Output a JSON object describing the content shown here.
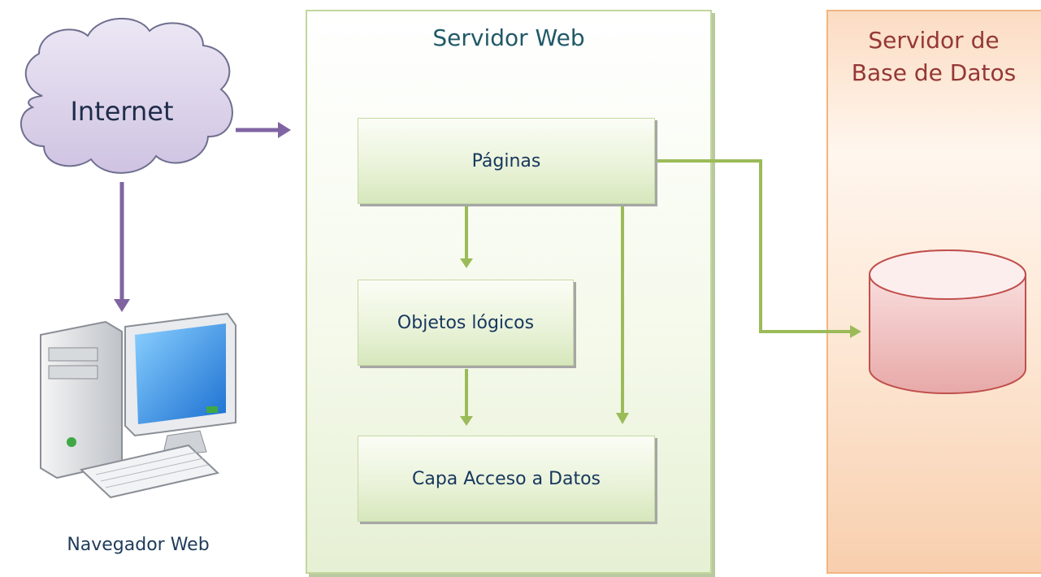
{
  "diagram": {
    "web_server": {
      "title": "Servidor Web"
    },
    "db_server": {
      "title_line1": "Servidor de",
      "title_line2": "Base de Datos"
    },
    "internet": {
      "label": "Internet"
    },
    "browser": {
      "label": "Navegador Web"
    },
    "boxes": {
      "paginas": "Páginas",
      "objetos": "Objetos lógicos",
      "capa": "Capa Acceso a Datos"
    }
  },
  "colors": {
    "web_panel_border": "#c3d69b",
    "db_panel_border": "#f3b57f",
    "web_title": "#215967",
    "db_title": "#953735",
    "green_arrow": "#9bbb59",
    "purple_arrow": "#8064a2",
    "cloud_fill": "#dcd3ea",
    "cylinder_fill": "#f2c7c6"
  }
}
